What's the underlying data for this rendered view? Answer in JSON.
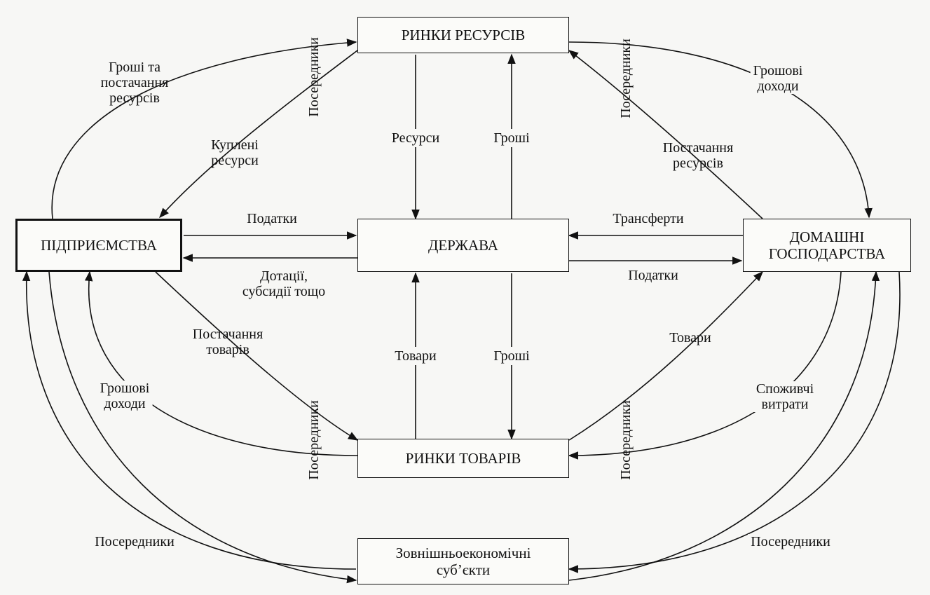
{
  "boxes": {
    "resource_markets": "РИНКИ РЕСУРСІВ",
    "enterprises": "ПІДПРИЄМСТВА",
    "state": "ДЕРЖАВА",
    "households": "ДОМАШНІ\nГОСПОДАРСТВА",
    "goods_markets": "РИНКИ ТОВАРІВ",
    "foreign_entities": "Зовнішньоекономічні\nсуб’єкти"
  },
  "labels": {
    "money_and_resource_supply": "Гроші та\nпостачання\nресурсів",
    "intermediaries_top_left": "Посередники",
    "purchased_resources": "Куплені\nресурси",
    "resources": "Ресурси",
    "money_up": "Гроші",
    "intermediaries_top_right": "Посередники",
    "money_income_top": "Грошові\nдоходи",
    "resource_supply": "Постачання\nресурсів",
    "taxes_enterprises": "Податки",
    "subsidies": "Дотації,\nсубсидії тощо",
    "transfers": "Трансферти",
    "taxes_households": "Податки",
    "goods_supply": "Постачання\nтоварів",
    "goods_up": "Товари",
    "money_down": "Гроші",
    "goods_households": "Товари",
    "money_income_bottom": "Грошові\nдоходи",
    "intermediaries_bottom_left": "Посередники",
    "intermediaries_bottom_right": "Посередники",
    "consumer_spending": "Споживчі\nвитрати",
    "intermediaries_foreign_left": "Посередники",
    "intermediaries_foreign_right": "Посередники"
  }
}
